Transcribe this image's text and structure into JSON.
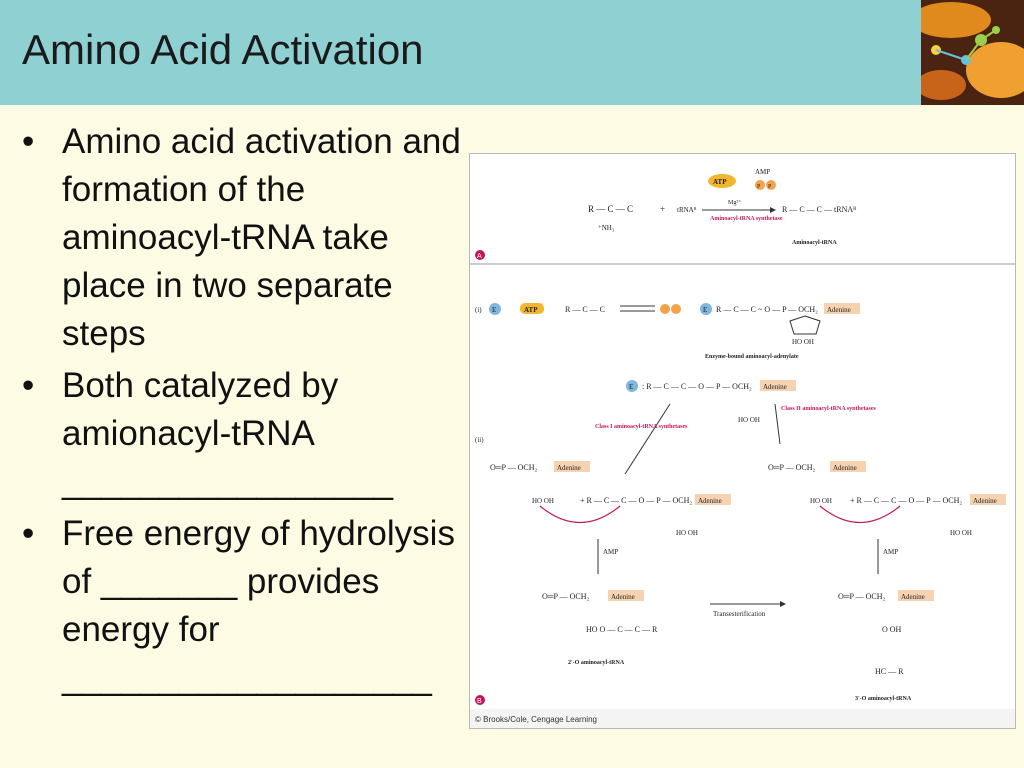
{
  "slide": {
    "title": "Amino Acid Activation",
    "bullets": [
      "Amino acid activation and formation of the aminoacyl-tRNA take place in two separate steps",
      "Both catalyzed by amionacyl-tRNA _________________",
      "Free energy of hydrolysis of _______ provides energy for ___________________"
    ]
  },
  "figure": {
    "panel_a": {
      "badge": "A",
      "reactant1": "R — C — C",
      "reactant1_sub": "⁺NH₃",
      "plus": "+",
      "trna": "tRNAᴿ",
      "atp": "ATP",
      "amp": "AMP",
      "pp": "P",
      "mg": "Mg²⁺",
      "enzyme": "Aminoacyl-tRNA synthetase",
      "product": "R — C — C — tRNAᴿ",
      "product_label": "Aminoacyl-tRNA"
    },
    "panel_b": {
      "badge": "B",
      "step_i": "(i)",
      "step_ii": "(ii)",
      "e": "E",
      "atp": "ATP",
      "adenine": "Adenine",
      "hooh": "HO OH",
      "oh_ho": "HO OH",
      "adenylate_label": "Enzyme-bound aminoacyl-adenylate",
      "class1": "Class I aminoacyl-tRNA synthetases",
      "class2": "Class II aminoacyl-tRNA synthetases",
      "amp": "AMP",
      "transesterification": "Transesterification",
      "product_2": "2'-O aminoacyl-tRNA",
      "product_3": "3'-O aminoacyl-tRNA"
    },
    "credit": "© Brooks/Cole, Cengage Learning"
  }
}
